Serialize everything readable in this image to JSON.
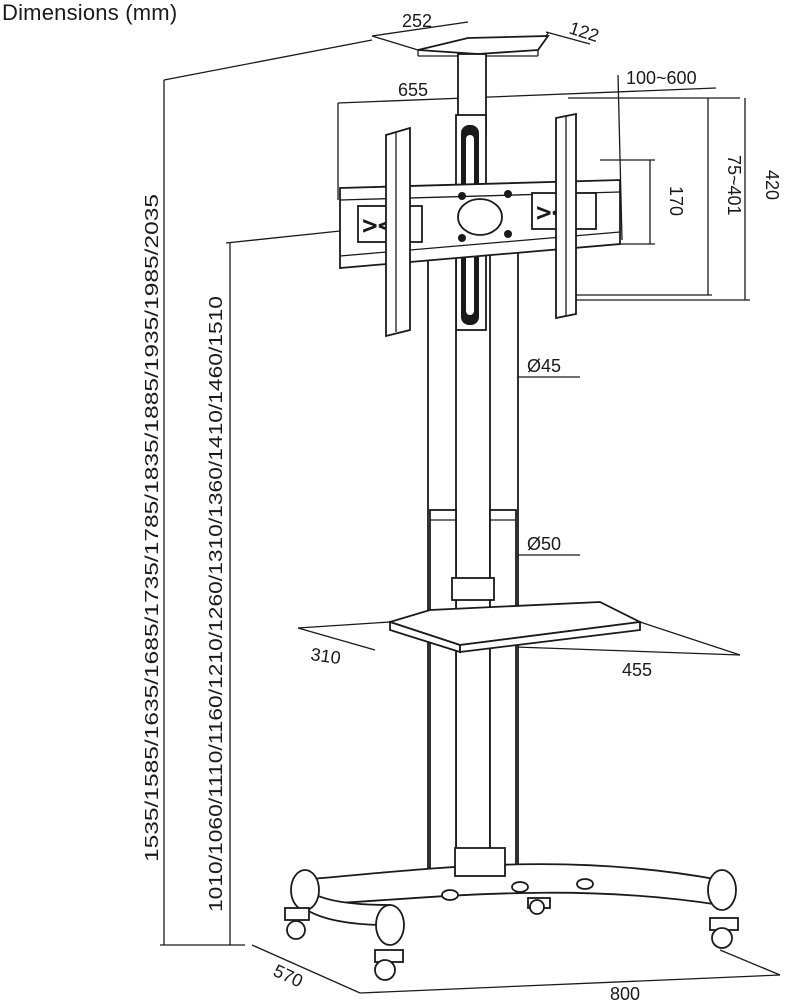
{
  "title": "Dimensions (mm)",
  "dimensions": {
    "top_plate_width": "252",
    "top_plate_depth": "122",
    "mount_width": "655",
    "vesa_horizontal": "100~600",
    "vesa_vertical": "75~401",
    "mount_height": "420",
    "bracket_height": "170",
    "upper_pole_diameter": "Ø45",
    "lower_pole_diameter": "Ø50",
    "shelf_depth": "310",
    "shelf_width": "455",
    "total_heights": "1535/1585/1635/1685/1735/1785/1835/1885/1935/1985/2035",
    "center_heights": "1010/1060/1110/1160/1210/1260/1310/1360/1410/1460/1510",
    "base_depth": "570",
    "base_width": "800"
  },
  "colors": {
    "line": "#1a1a1a",
    "background": "#ffffff"
  }
}
